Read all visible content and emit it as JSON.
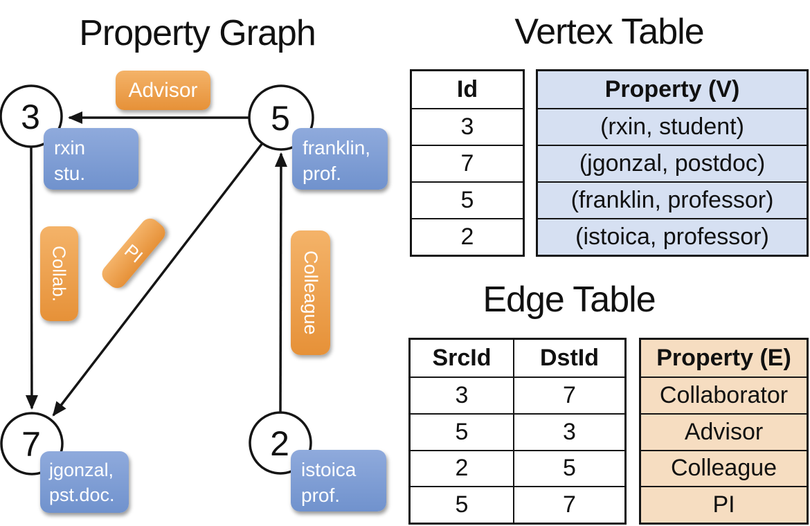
{
  "graph": {
    "title": "Property Graph",
    "nodes": [
      {
        "id": "3"
      },
      {
        "id": "5"
      },
      {
        "id": "7"
      },
      {
        "id": "2"
      }
    ],
    "edge_labels": {
      "advisor": "Advisor",
      "collab": "Collab.",
      "pi": "PI",
      "colleague": "Colleague"
    },
    "vertex_boxes": {
      "rxin": {
        "line1": "rxin",
        "line2": "stu."
      },
      "franklin": {
        "line1": "franklin,",
        "line2": "prof."
      },
      "jgonzal": {
        "line1": "jgonzal,",
        "line2": "pst.doc."
      },
      "istoica": {
        "line1": "istoica",
        "line2": "prof."
      }
    }
  },
  "vertex_table": {
    "title": "Vertex Table",
    "headers": {
      "id": "Id",
      "property": "Property (V)"
    },
    "rows": [
      {
        "id": "3",
        "property": "(rxin, student)"
      },
      {
        "id": "7",
        "property": "(jgonzal, postdoc)"
      },
      {
        "id": "5",
        "property": "(franklin, professor)"
      },
      {
        "id": "2",
        "property": "(istoica, professor)"
      }
    ]
  },
  "edge_table": {
    "title": "Edge Table",
    "headers": {
      "src": "SrcId",
      "dst": "DstId",
      "property": "Property (E)"
    },
    "rows": [
      {
        "src": "3",
        "dst": "7",
        "property": "Collaborator"
      },
      {
        "src": "5",
        "dst": "3",
        "property": "Advisor"
      },
      {
        "src": "2",
        "dst": "5",
        "property": "Colleague"
      },
      {
        "src": "5",
        "dst": "7",
        "property": "PI"
      }
    ]
  },
  "colors": {
    "vertex_cell_blue": "#D6E0F2",
    "edge_cell_tan": "#F6DDC1",
    "node_box_blue": "#7E9DD5",
    "edge_pill_orange": "#EDA14C",
    "line_black": "#151515"
  }
}
